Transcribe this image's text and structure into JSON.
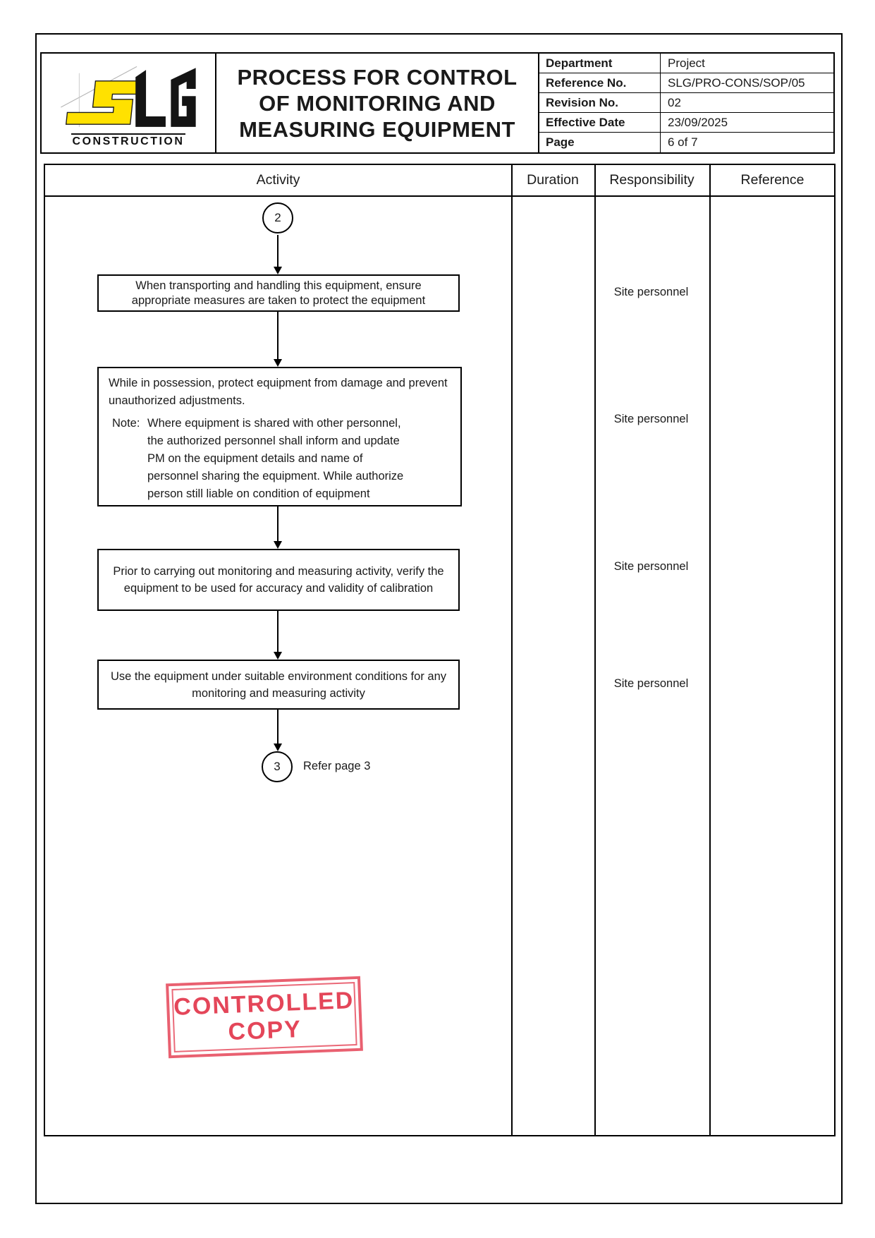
{
  "header": {
    "logo": {
      "brand": "SLG",
      "caption": "CONSTRUCTION"
    },
    "title_lines": [
      "PROCESS FOR CONTROL",
      "OF MONITORING AND",
      "MEASURING EQUIPMENT"
    ],
    "meta": {
      "rows": [
        {
          "label": "Department",
          "value": "Project"
        },
        {
          "label": "Reference No.",
          "value": "SLG/PRO-CONS/SOP/05"
        },
        {
          "label": "Revision No.",
          "value": "02"
        },
        {
          "label": "Effective Date",
          "value": "23/09/2025"
        },
        {
          "label": "Page",
          "value": "6 of 7"
        }
      ]
    }
  },
  "table": {
    "columns": [
      "Activity",
      "Duration",
      "Responsibility",
      "Reference"
    ]
  },
  "flow": {
    "connector_top": {
      "number": "2"
    },
    "boxes": [
      {
        "text": "When transporting and handling this equipment, ensure appropriate measures are taken to protect the equipment"
      },
      {
        "para1": "While in possession, protect equipment from damage and prevent unauthorized adjustments.",
        "note_label": "Note:",
        "note_text": "Where equipment is shared with other personnel, the authorized personnel shall inform and update PM on the equipment details and name of personnel sharing the equipment. While authorize person still liable on condition of equipment"
      },
      {
        "text": "Prior to carrying out monitoring and measuring activity, verify the equipment to be used for accuracy and validity of calibration"
      },
      {
        "text": "Use the equipment under suitable environment conditions for any monitoring and measuring activity"
      }
    ],
    "connector_bottom": {
      "number": "3",
      "label": "Refer page 3"
    }
  },
  "responsibility": {
    "entries": [
      "Site personnel",
      "Site personnel",
      "Site personnel",
      "Site personnel"
    ]
  },
  "stamp": {
    "line1": "CONTROLLED",
    "line2": "COPY",
    "color": "#e3384c"
  },
  "colors": {
    "logo_yellow": "#ffe100",
    "logo_black": "#141414",
    "stamp_red": "#e3384c"
  }
}
